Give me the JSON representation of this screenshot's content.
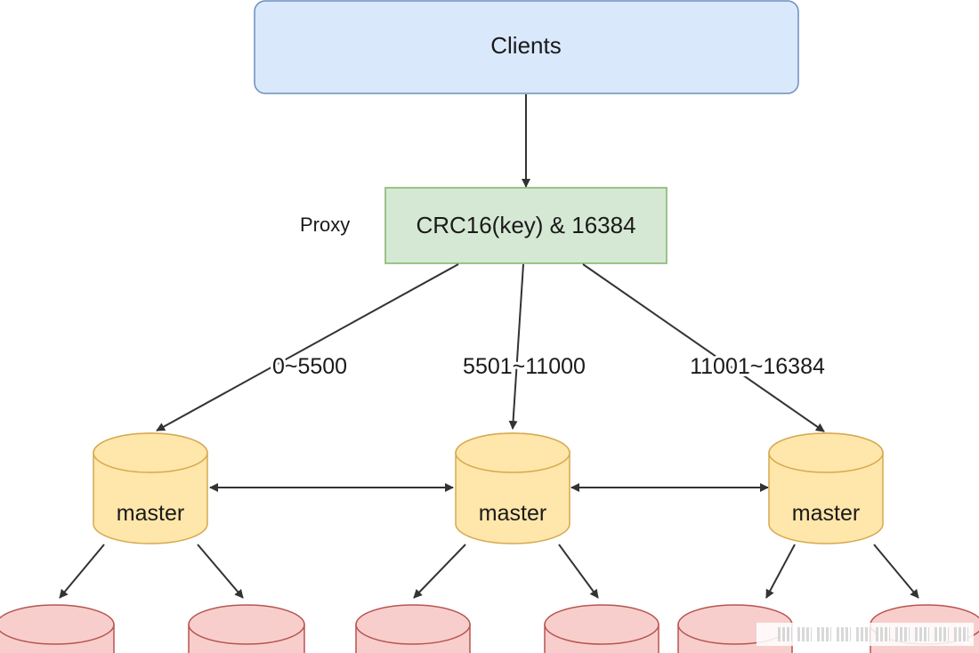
{
  "clients": {
    "label": "Clients"
  },
  "proxy": {
    "side_label": "Proxy",
    "formula": "CRC16(key) & 16384"
  },
  "ranges": [
    "0~5500",
    "5501~11000",
    "11001~16384"
  ],
  "masters": [
    {
      "label": "master"
    },
    {
      "label": "master"
    },
    {
      "label": "master"
    }
  ],
  "colors": {
    "clients_fill": "#dae8fc",
    "clients_stroke": "#6c8ebf",
    "proxy_fill": "#d5e8d4",
    "proxy_stroke": "#82b366",
    "master_fill": "#ffe6aa",
    "master_stroke": "#d6a84f",
    "slave_fill": "#f8cecc",
    "slave_stroke": "#b85450",
    "arrow": "#333333"
  }
}
